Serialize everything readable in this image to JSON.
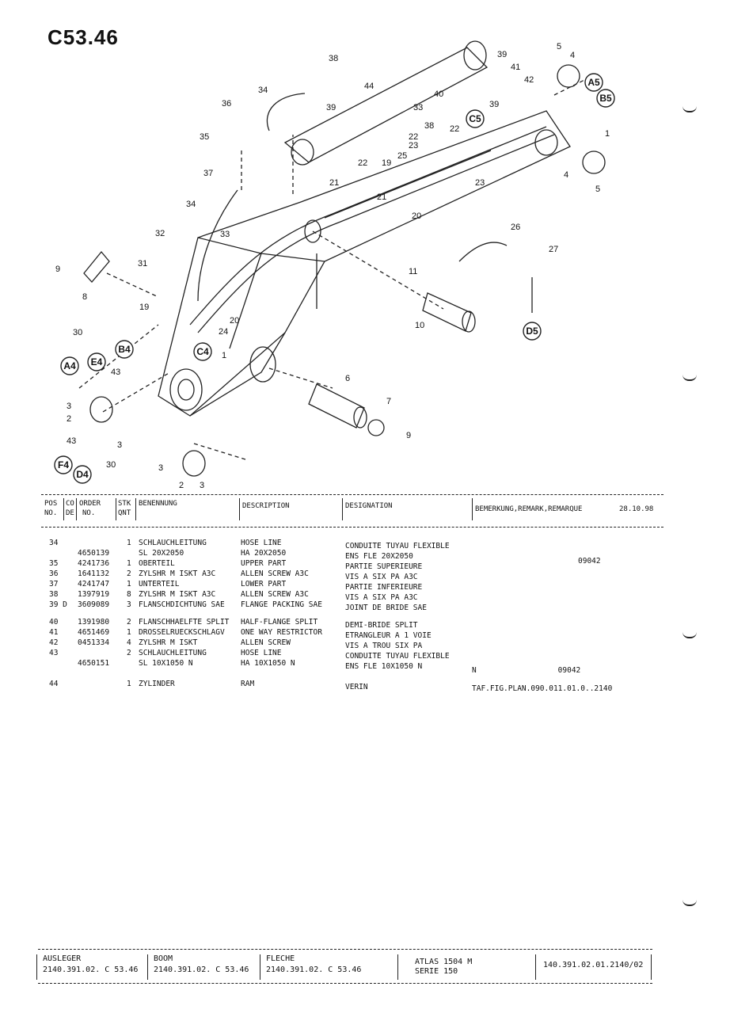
{
  "page_code": "C53.46",
  "header": {
    "pos": "POS",
    "no": "NO.",
    "co": "CO",
    "de": "DE",
    "order": "ORDER",
    "order_no": "NO.",
    "stk": "STK",
    "qnt": "QNT",
    "benennung": "BENENNUNG",
    "description": "DESCRIPTION",
    "designation": "DESIGNATION",
    "remark": "BEMERKUNG,REMARK,REMARQUE",
    "date": "28.10.98"
  },
  "rows": [
    {
      "pos": "34",
      "order": "",
      "qty": "1",
      "de": "SCHLAUCHLEITUNG",
      "en": "HOSE LINE",
      "fr": "CONDUITE TUYAU FLEXIBLE",
      "rem": ""
    },
    {
      "pos": "",
      "order": "4650139",
      "qty": "",
      "de": "SL 20X2050",
      "en": "HA 20X2050",
      "fr": "ENS FLE 20X2050",
      "rem": "09042"
    },
    {
      "pos": "35",
      "order": "4241736",
      "qty": "1",
      "de": "OBERTEIL",
      "en": "UPPER PART",
      "fr": "PARTIE SUPERIEURE",
      "rem": ""
    },
    {
      "pos": "36",
      "order": "1641132",
      "qty": "2",
      "de": "ZYLSHR M ISKT A3C",
      "en": "ALLEN SCREW A3C",
      "fr": "VIS A SIX PA A3C",
      "rem": ""
    },
    {
      "pos": "37",
      "order": "4241747",
      "qty": "1",
      "de": "UNTERTEIL",
      "en": "LOWER PART",
      "fr": "PARTIE INFERIEURE",
      "rem": ""
    },
    {
      "pos": "38",
      "order": "1397919",
      "qty": "8",
      "de": "ZYLSHR M ISKT A3C",
      "en": "ALLEN SCREW A3C",
      "fr": "VIS A SIX PA A3C",
      "rem": ""
    },
    {
      "pos": "39 D",
      "order": "3609089",
      "qty": "3",
      "de": "FLANSCHDICHTUNG SAE",
      "en": "FLANGE PACKING SAE",
      "fr": "JOINT DE BRIDE SAE",
      "rem": ""
    },
    {
      "pos": "40",
      "order": "1391980",
      "qty": "2",
      "de": "FLANSCHHAELFTE SPLIT",
      "en": "HALF-FLANGE SPLIT",
      "fr": "DEMI-BRIDE SPLIT",
      "rem": ""
    },
    {
      "pos": "41",
      "order": "4651469",
      "qty": "1",
      "de": "DROSSELRUECKSCHLAGV",
      "en": "ONE WAY RESTRICTOR",
      "fr": "ETRANGLEUR A 1 VOIE",
      "rem": ""
    },
    {
      "pos": "42",
      "order": "0451334",
      "qty": "4",
      "de": "ZYLSHR M ISKT",
      "en": "ALLEN SCREW",
      "fr": "VIS A TROU SIX PA",
      "rem": ""
    },
    {
      "pos": "43",
      "order": "",
      "qty": "2",
      "de": "SCHLAUCHLEITUNG",
      "en": "HOSE LINE",
      "fr": "CONDUITE TUYAU FLEXIBLE",
      "rem": ""
    },
    {
      "pos": "",
      "order": "4650151",
      "qty": "",
      "de": "SL 10X1050 N",
      "en": "HA 10X1050 N",
      "fr": "ENS FLE 10X1050 N",
      "rem": "N                  09042"
    },
    {
      "pos": "44",
      "order": "",
      "qty": "1",
      "de": "ZYLINDER",
      "en": "RAM",
      "fr": "VERIN",
      "rem": "TAF.FIG.PLAN.090.011.01.0..2140"
    }
  ],
  "footer": {
    "de_title": "AUSLEGER",
    "de_ref": "2140.391.02. C 53.46",
    "en_title": "BOOM",
    "en_ref": "2140.391.02. C 53.46",
    "fr_title": "FLECHE",
    "fr_ref": "2140.391.02. C 53.46",
    "model": "ATLAS 1504 M",
    "series": "SERIE 150",
    "doc_no": "140.391.02.01.2140/02"
  },
  "callouts": {
    "n38": "38",
    "n39a": "39",
    "n44": "44",
    "n34a": "34",
    "n36": "36",
    "n39b": "39",
    "n35": "35",
    "n37": "37",
    "n34b": "34",
    "n32": "32",
    "n33": "33",
    "n31": "31",
    "n9a": "9",
    "n8": "8",
    "n19a": "19",
    "n30a": "30",
    "n20": "20",
    "n24": "24",
    "n43a": "43",
    "n3a": "3",
    "n2a": "2",
    "n3b": "3",
    "n43b": "43",
    "n30b": "30",
    "n3c": "3",
    "n2b": "2",
    "n3d": "3",
    "n1a": "1",
    "n6": "6",
    "n7": "7",
    "n9b": "9",
    "n10": "10",
    "n11": "11",
    "n5a": "5",
    "n4a": "4",
    "n41": "41",
    "n42": "42",
    "n40": "40",
    "n39c": "39",
    "n33b": "33",
    "n38b": "38",
    "n22a": "22",
    "n23a": "23",
    "n22b": "22",
    "n19b": "19",
    "n25": "25",
    "n21a": "21",
    "n22c": "22",
    "n21b": "21",
    "n20b": "20",
    "n23b": "23",
    "n26": "26",
    "n27": "27",
    "n1b": "1",
    "n4b": "4",
    "n5b": "5"
  },
  "circle_labels": {
    "A4": "A4",
    "E4": "E4",
    "B4": "B4",
    "C4": "C4",
    "F4": "F4",
    "D4": "D4",
    "A5": "A5",
    "B5": "B5",
    "C5": "C5",
    "D5": "D5"
  }
}
